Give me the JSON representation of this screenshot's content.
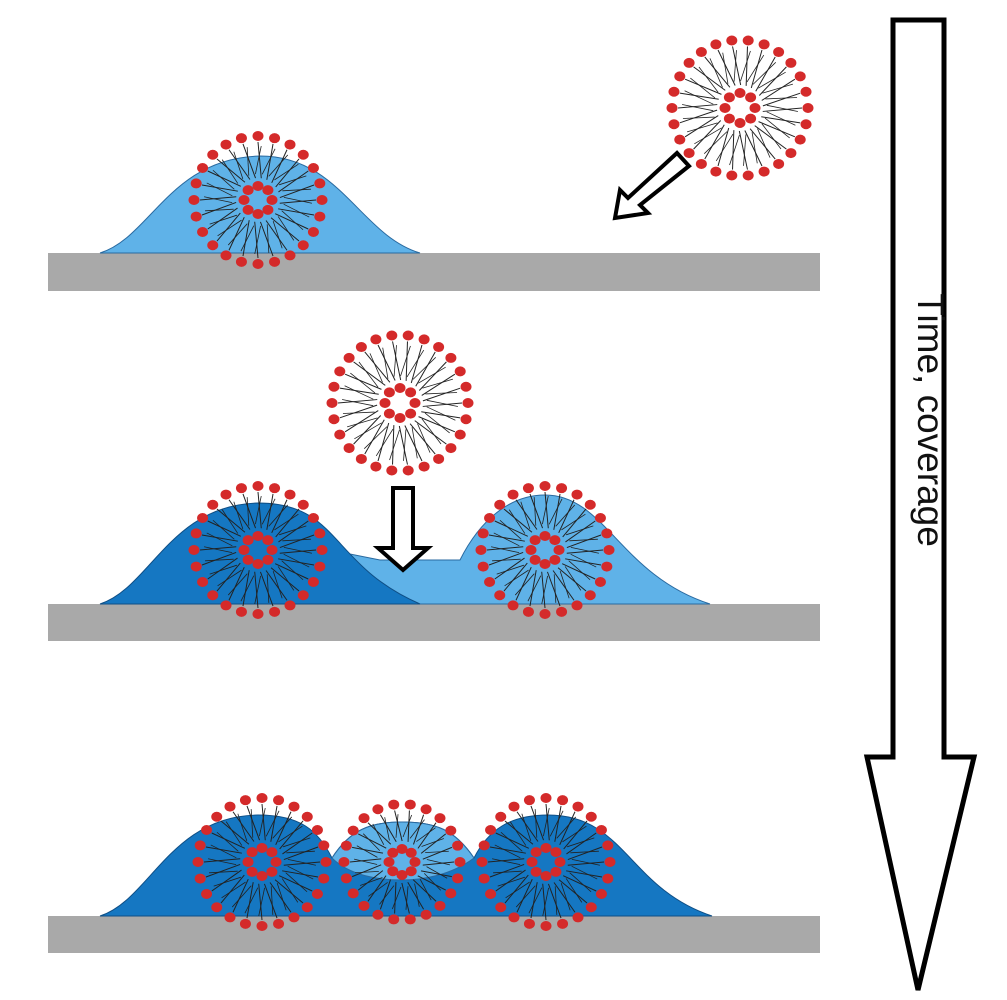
{
  "axis_label": "Time, coverage",
  "colors": {
    "background": "#ffffff",
    "substrate": "#a9a9a9",
    "layer_light": "#5fb2e8",
    "layer_dark": "#1577c2",
    "headgroup": "#d42a2a",
    "tail": "#222222",
    "outline": "#000000"
  },
  "stages": [
    {
      "name": "stage-1",
      "vesicles_free": 1,
      "vesicles_adsorbed": 1
    },
    {
      "name": "stage-2",
      "vesicles_free": 1,
      "vesicles_adsorbed": 2
    },
    {
      "name": "stage-3",
      "vesicles_free": 0,
      "vesicles_adsorbed": 3
    }
  ]
}
